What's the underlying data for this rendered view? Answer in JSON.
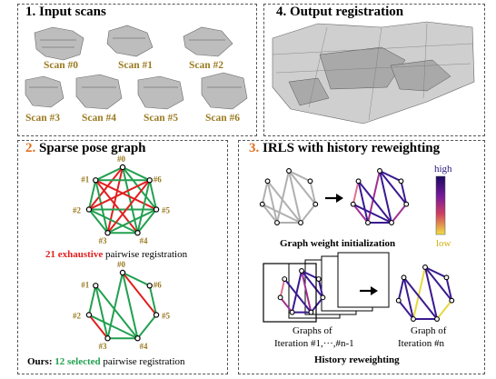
{
  "panel1": {
    "title": "1. Input scans",
    "scans": [
      "Scan #0",
      "Scan #1",
      "Scan #2",
      "Scan #3",
      "Scan #4",
      "Scan #5",
      "Scan #6"
    ]
  },
  "panel4": {
    "title": "4. Output registration"
  },
  "panel2": {
    "num": "2.",
    "title": " Sparse pose graph",
    "nodes": [
      "#0",
      "#1",
      "#2",
      "#3",
      "#4",
      "#5",
      "#6"
    ],
    "cap1_red": "21 exhaustive",
    "cap1_rest": " pairwise registration",
    "cap2_a": "Ours: ",
    "cap2_green": "12 selected",
    "cap2_rest": " pairwise registration"
  },
  "panel3": {
    "num": "3.",
    "title": " IRLS with history reweighting",
    "init_caption": "Graph weight initialization",
    "legend_high": "high",
    "legend_low": "low",
    "left_caption_1": "Graphs of",
    "left_caption_2": "Iteration #1,···,#n-1",
    "right_caption_1": "Graph of",
    "right_caption_2": "Iteration #n",
    "history_caption": "History reweighting"
  },
  "colors": {
    "green": "#22a050",
    "red": "#e02020",
    "accent_orange": "#e07020",
    "scan_label": "#9a7a20",
    "high": "#2a1a80",
    "low": "#f0e040"
  }
}
